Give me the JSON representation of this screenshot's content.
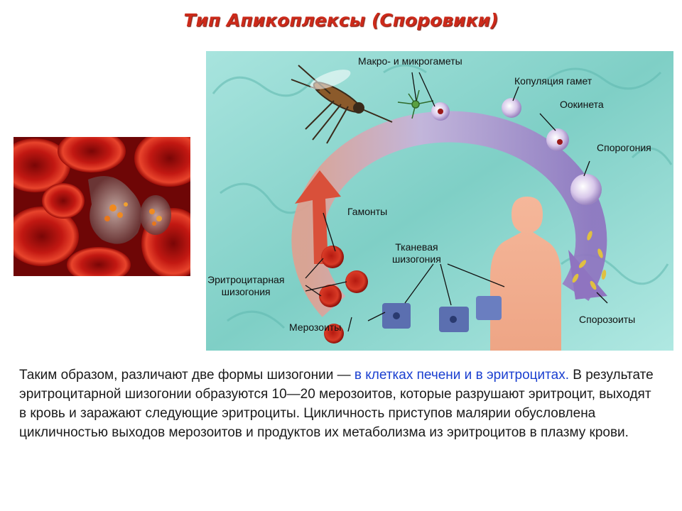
{
  "slide": {
    "title": "Тип Апикоплексы (Споровики)"
  },
  "diagram": {
    "labels": {
      "gametes": "Макро- и микрогаметы",
      "copulation": "Копуляция гамет",
      "ookinete": "Оокинета",
      "sporogony": "Спорогония",
      "gamonts": "Гамонты",
      "tissue_schizogony_1": "Тканевая",
      "tissue_schizogony_2": "шизогония",
      "erythro_schizogony_1": "Эритроцитарная",
      "erythro_schizogony_2": "шизогония",
      "merozoites": "Мерозоиты",
      "sporozoites": "Спорозоиты"
    },
    "colors": {
      "ring": "#a58cc8",
      "arrow_red": "#d9503a",
      "background": "#8fd6cf"
    }
  },
  "text": {
    "part1": "Таким образом, различают две формы шизогонии — ",
    "highlight": "в клетках печени и в эритроцитах.",
    "part2": " В результате эритроцитарной шизогонии образуются 10—20 мерозоитов, которые разрушают эритроцит, выходят в кровь и заражают следующие эритроциты. Цикличность приступов малярии обусловлена цикличностью выходов мерозоитов и продуктов их метаболизма из эритроцитов в плазму крови."
  }
}
